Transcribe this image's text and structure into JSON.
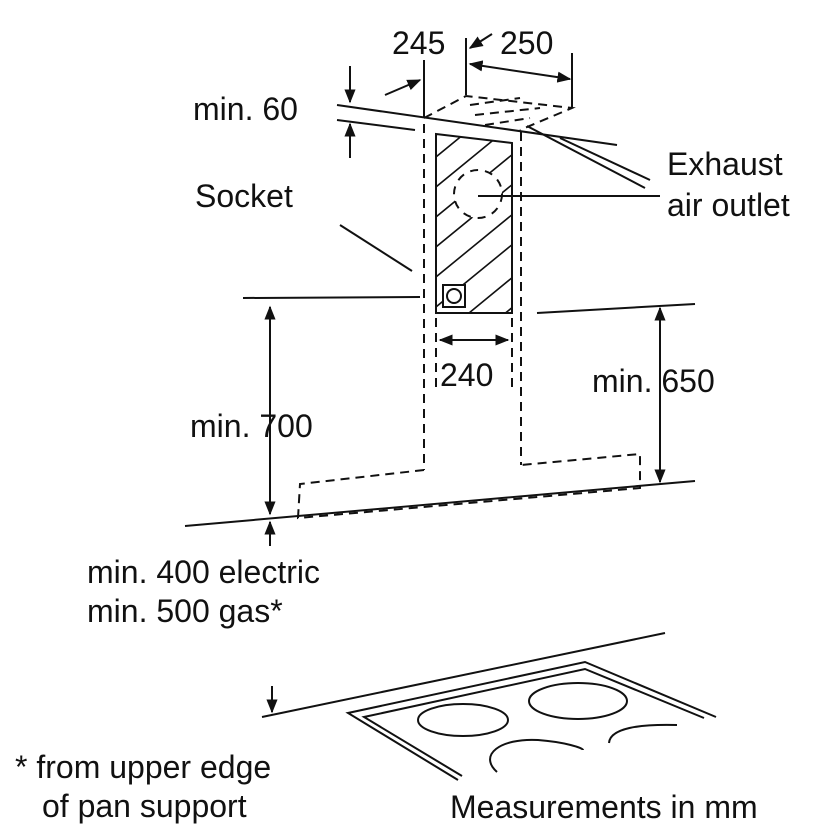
{
  "labels": {
    "dim_245": "245",
    "dim_250": "250",
    "min_60": "min. 60",
    "socket": "Socket",
    "exhaust_line1": "Exhaust",
    "exhaust_line2": "air outlet",
    "dim_240": "240",
    "min_650": "min. 650",
    "min_700": "min. 700",
    "min_400": "min. 400 electric",
    "min_500": "min. 500 gas*",
    "footnote_line1": "* from upper edge",
    "footnote_line2": "of pan support",
    "units": "Measurements in mm"
  }
}
